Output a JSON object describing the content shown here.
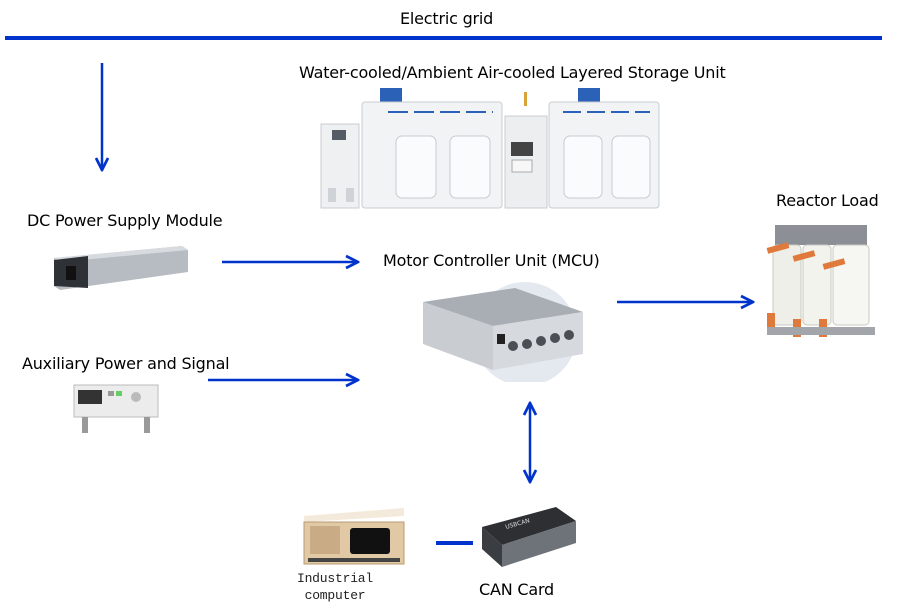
{
  "diagram": {
    "colors": {
      "connector": "#0033cc"
    },
    "grid": {
      "label": "Electric grid"
    },
    "nodes": {
      "storage_unit": {
        "label": "Water-cooled/Ambient Air-cooled Layered Storage Unit",
        "icon": "storage-cabinet-icon"
      },
      "dc_power": {
        "label": "DC Power Supply Module",
        "icon": "power-supply-icon"
      },
      "mcu": {
        "label": "Motor Controller Unit (MCU)",
        "icon": "motor-controller-icon"
      },
      "reactor": {
        "label": "Reactor Load",
        "icon": "reactor-icon"
      },
      "aux_power": {
        "label": "Auxiliary Power and Signal",
        "icon": "bench-power-supply-icon"
      },
      "ipc": {
        "label_line1": "Industrial",
        "label_line2": "computer",
        "icon": "industrial-computer-icon"
      },
      "can_card": {
        "label": "CAN Card",
        "icon": "can-card-icon"
      }
    },
    "edges": [
      {
        "from": "grid",
        "to": "dc_power",
        "type": "arrow"
      },
      {
        "from": "dc_power",
        "to": "mcu",
        "type": "arrow"
      },
      {
        "from": "aux_power",
        "to": "mcu",
        "type": "arrow"
      },
      {
        "from": "mcu",
        "to": "reactor",
        "type": "arrow"
      },
      {
        "from": "mcu",
        "to": "can_card",
        "type": "bidirectional"
      },
      {
        "from": "ipc",
        "to": "can_card",
        "type": "line"
      }
    ]
  }
}
